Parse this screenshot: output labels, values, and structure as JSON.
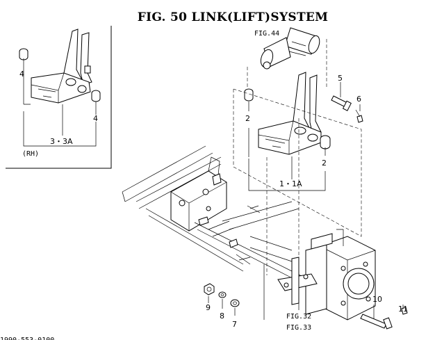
{
  "figure": {
    "title": "FIG. 50  LINK(LIFT)SYSTEM",
    "side_note": "(RH)",
    "footer_code": "1990-553-0100"
  },
  "callouts": {
    "inset_4a": "4",
    "inset_4b": "4",
    "inset_3": "3・3A",
    "fig44": "FIG.44",
    "p5": "5",
    "p6": "6",
    "p2a": "2",
    "p2b": "2",
    "p1": "1・1A",
    "p9": "9",
    "p8": "8",
    "p7": "7",
    "p10": "10",
    "p11": "11",
    "fig32": "FIG.32",
    "fig33": "FIG.33"
  }
}
